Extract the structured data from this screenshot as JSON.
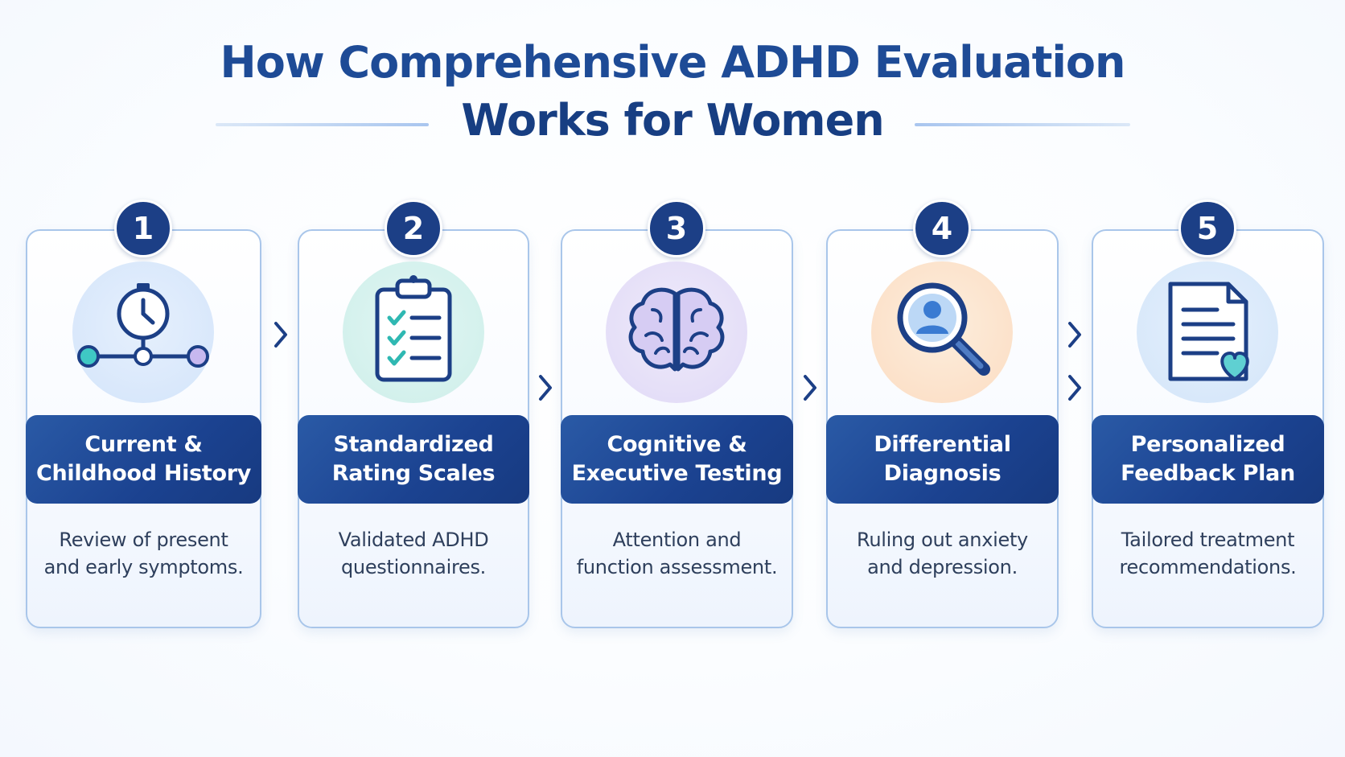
{
  "title": {
    "line1": "How Comprehensive ADHD Evaluation",
    "line2": "Works for Women"
  },
  "colors": {
    "title": "#1e4b96",
    "badge": "#1c3f86",
    "banner": "#1b4290",
    "card_border": "#a9c6ea",
    "description_text": "#2e3f5c",
    "chevron": "#1c3f86"
  },
  "steps": [
    {
      "number": "1",
      "icon": "clock-timeline-icon",
      "icon_bg": "#dbe9fb",
      "title_line1": "Current &",
      "title_line2": "Childhood History",
      "desc_line1": "Review of present",
      "desc_line2": "and early symptoms."
    },
    {
      "number": "2",
      "icon": "clipboard-checklist-icon",
      "icon_bg": "#d4f1ee",
      "title_line1": "Standardized",
      "title_line2": "Rating Scales",
      "desc_line1": "Validated ADHD",
      "desc_line2": "questionnaires."
    },
    {
      "number": "3",
      "icon": "brain-icon",
      "icon_bg": "#e7e1f8",
      "title_line1": "Cognitive &",
      "title_line2": "Executive Testing",
      "desc_line1": "Attention and",
      "desc_line2": "function assessment."
    },
    {
      "number": "4",
      "icon": "magnifier-person-icon",
      "icon_bg": "#fde3cc",
      "title_line1": "Differential",
      "title_line2": "Diagnosis",
      "desc_line1": "Ruling out anxiety",
      "desc_line2": "and depression."
    },
    {
      "number": "5",
      "icon": "document-heart-icon",
      "icon_bg": "#d8e8fa",
      "title_line1": "Personalized",
      "title_line2": "Feedback Plan",
      "desc_line1": "Tailored treatment",
      "desc_line2": "recommendations."
    }
  ],
  "connectors": [
    "chevron-right-icon",
    "chevron-right-icon",
    "chevron-right-icon",
    "chevron-right-icon",
    "chevron-right-icon",
    "chevron-right-icon"
  ]
}
